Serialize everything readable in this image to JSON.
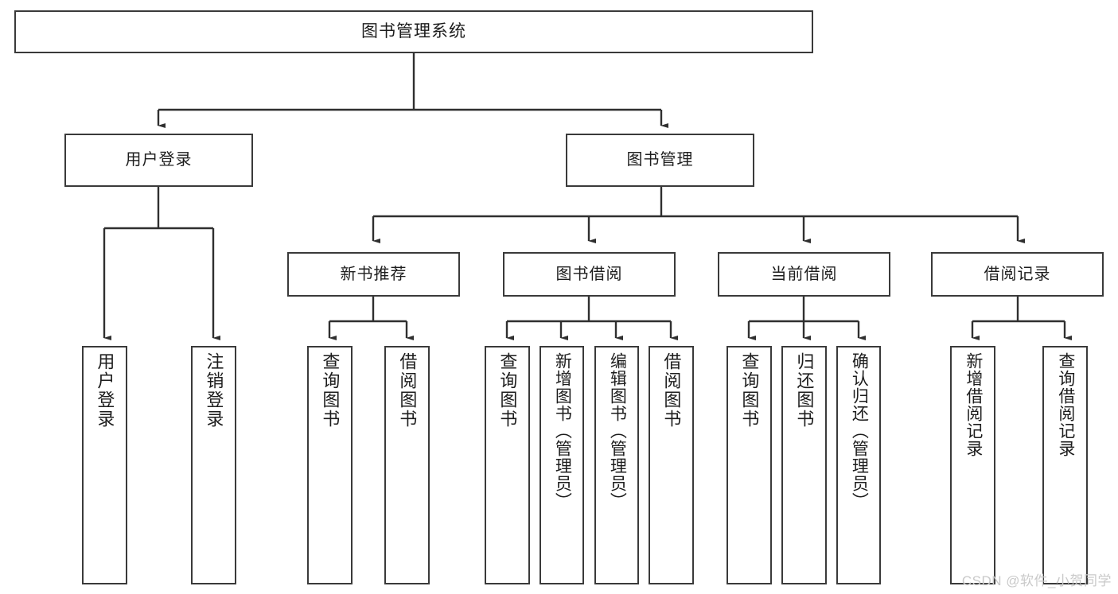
{
  "diagram": {
    "type": "tree",
    "title": "图书管理系统",
    "watermark": "CSDN @软件_小贺同学",
    "nodes": {
      "root": {
        "label": "图书管理系统"
      },
      "user_login": {
        "label": "用户登录"
      },
      "book_manage": {
        "label": "图书管理"
      },
      "new_book_rec": {
        "label": "新书推荐"
      },
      "book_borrow": {
        "label": "图书借阅"
      },
      "current_borrow": {
        "label": "当前借阅"
      },
      "borrow_record": {
        "label": "借阅记录"
      },
      "leaf_user_login": {
        "label": "用户登录"
      },
      "leaf_logout": {
        "label": "注销登录"
      },
      "leaf_query_book_1": {
        "label": "查询图书"
      },
      "leaf_borrow_book_1": {
        "label": "借阅图书"
      },
      "leaf_query_book_2": {
        "label": "查询图书"
      },
      "leaf_add_book": {
        "label": "新增图书（管理员）"
      },
      "leaf_edit_book": {
        "label": "编辑图书（管理员）"
      },
      "leaf_borrow_book_2": {
        "label": "借阅图书"
      },
      "leaf_query_book_3": {
        "label": "查询图书"
      },
      "leaf_return_book": {
        "label": "归还图书"
      },
      "leaf_confirm_return": {
        "label": "确认归还（管理员）"
      },
      "leaf_add_record": {
        "label": "新增借阅记录"
      },
      "leaf_query_record": {
        "label": "查询借阅记录"
      }
    },
    "edges": [
      {
        "from": "root",
        "to": "user_login"
      },
      {
        "from": "root",
        "to": "book_manage"
      },
      {
        "from": "user_login",
        "to": "leaf_user_login"
      },
      {
        "from": "user_login",
        "to": "leaf_logout"
      },
      {
        "from": "book_manage",
        "to": "new_book_rec"
      },
      {
        "from": "book_manage",
        "to": "book_borrow"
      },
      {
        "from": "book_manage",
        "to": "current_borrow"
      },
      {
        "from": "book_manage",
        "to": "borrow_record"
      },
      {
        "from": "new_book_rec",
        "to": "leaf_query_book_1"
      },
      {
        "from": "new_book_rec",
        "to": "leaf_borrow_book_1"
      },
      {
        "from": "book_borrow",
        "to": "leaf_query_book_2"
      },
      {
        "from": "book_borrow",
        "to": "leaf_add_book"
      },
      {
        "from": "book_borrow",
        "to": "leaf_edit_book"
      },
      {
        "from": "book_borrow",
        "to": "leaf_borrow_book_2"
      },
      {
        "from": "current_borrow",
        "to": "leaf_query_book_3"
      },
      {
        "from": "current_borrow",
        "to": "leaf_return_book"
      },
      {
        "from": "current_borrow",
        "to": "leaf_confirm_return"
      },
      {
        "from": "borrow_record",
        "to": "leaf_add_record"
      },
      {
        "from": "borrow_record",
        "to": "leaf_query_record"
      }
    ],
    "colors": {
      "border": "#3a3a3a",
      "fill": "#ffffff",
      "text": "#1d1d1d",
      "connector": "#2f2f2f",
      "watermark": "#c9c9c9"
    }
  }
}
